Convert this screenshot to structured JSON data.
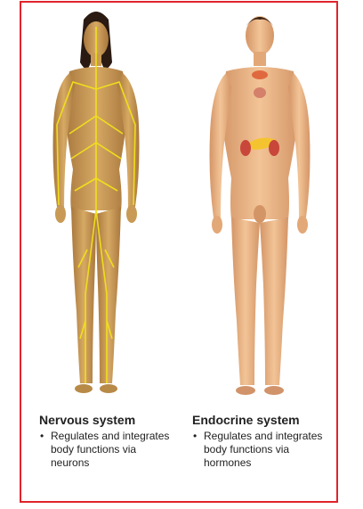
{
  "figures": [
    {
      "id": "nervous",
      "title": "Nervous system",
      "bullets": [
        "Regulates and integrates body functions via neurons"
      ],
      "highlight_color": "#f2e21a"
    },
    {
      "id": "endocrine",
      "title": "Endocrine system",
      "bullets": [
        "Regulates and integrates body functions via hormones"
      ],
      "highlight_color": "#f4c430"
    }
  ],
  "colors": {
    "frame": "#e0242b",
    "skin_left": "#c89a55",
    "skin_right": "#e9b07a",
    "hair": "#2a1a12"
  }
}
